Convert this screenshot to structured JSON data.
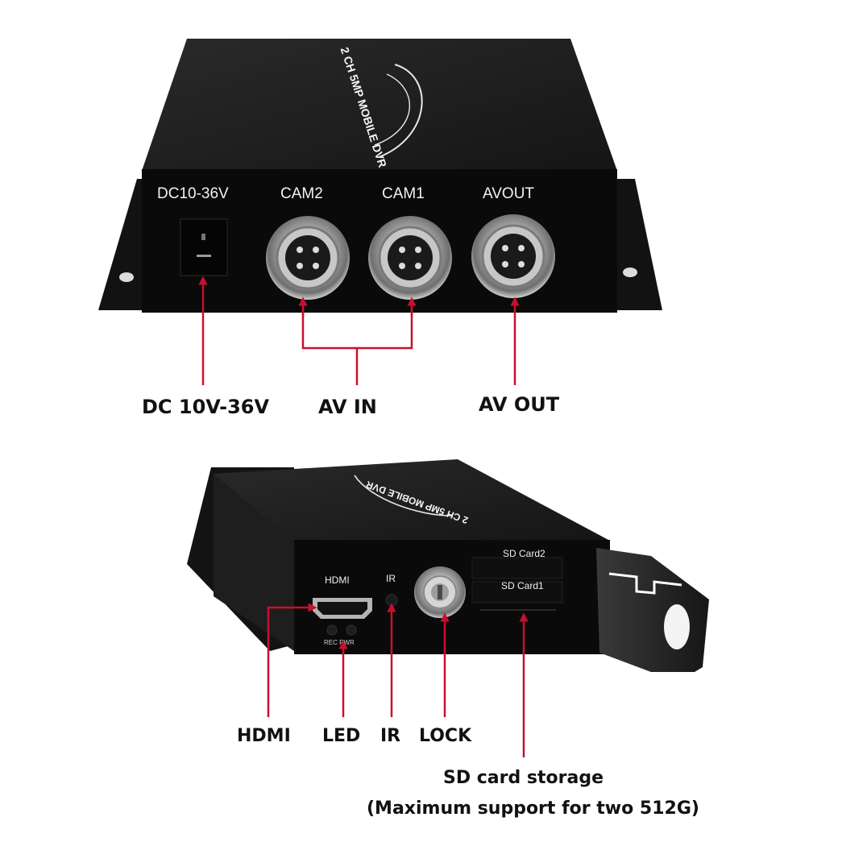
{
  "top_device": {
    "brand_text": "2 CH 5MP MOBILE DVR",
    "port_labels": {
      "dc": "DC10-36V",
      "cam2": "CAM2",
      "cam1": "CAM1",
      "avout": "AVOUT"
    },
    "callouts": {
      "dc": "DC 10V-36V",
      "av_in": "AV IN",
      "av_out": "AV OUT"
    }
  },
  "bottom_device": {
    "brand_text": "2 CH 5MP MOBILE DVR",
    "port_labels": {
      "hdmi": "HDMI",
      "ir": "IR",
      "rec_pwr": "REC PWR",
      "sd2": "SD Card2",
      "sd1": "SD Card1"
    },
    "callouts": {
      "hdmi": "HDMI",
      "led": "LED",
      "ir": "IR",
      "lock": "LOCK",
      "sd_line1": "SD card storage",
      "sd_line2": "(Maximum support for two 512G)"
    }
  },
  "colors": {
    "arrow": "#c8102e",
    "device_body": "#1c1c1c",
    "device_face": "#0b0b0b",
    "connector_metal": "#b9b9b9"
  }
}
